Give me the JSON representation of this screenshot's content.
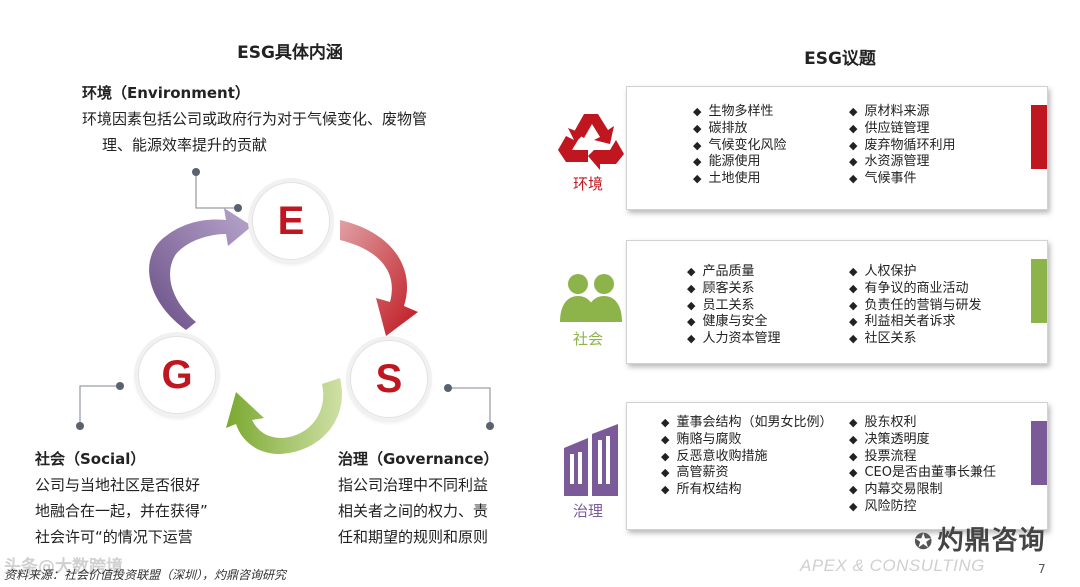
{
  "left": {
    "title": "ESG具体内涵",
    "environment": {
      "heading": "环境（Environment）",
      "line1": "环境因素包括公司或政府行为对于气候变化、废物管",
      "line2": "理、能源效率提升的贡献"
    },
    "social": {
      "heading": "社会（Social）",
      "line1": "公司与当地社区是否很好",
      "line2": "地融合在一起，并在获得”",
      "line3": "社会许可“的情况下运营"
    },
    "governance": {
      "heading": "治理（Governance）",
      "line1": "指公司治理中不同利益",
      "line2": "相关者之间的权力、责",
      "line3": "任和期望的规则和原则"
    },
    "letters": {
      "e": "E",
      "s": "S",
      "g": "G"
    },
    "source": "资料来源：社会价值投资联盟（深圳），灼鼎咨询研究",
    "watermark": "头条@大数跨境"
  },
  "right": {
    "title": "ESG议题",
    "panels": [
      {
        "category": "环境",
        "color": "#c0161f",
        "icon": "recycle-icon",
        "col1": [
          "生物多样性",
          "碳排放",
          "气候变化风险",
          "能源使用",
          "土地使用"
        ],
        "col2": [
          "原材料来源",
          "供应链管理",
          "废弃物循环利用",
          "水资源管理",
          "气候事件"
        ]
      },
      {
        "category": "社会",
        "color": "#8db44a",
        "icon": "people-icon",
        "col1": [
          "产品质量",
          "顾客关系",
          "员工关系",
          "健康与安全",
          "人力资本管理"
        ],
        "col2": [
          "人权保护",
          "有争议的商业活动",
          "负责任的营销与研发",
          "利益相关者诉求",
          "社区关系"
        ]
      },
      {
        "category": "治理",
        "color": "#7b5a9a",
        "icon": "building-icon",
        "col1": [
          "董事会结构（如男女比例）",
          "贿赂与腐败",
          "反恶意收购措施",
          "高管薪资",
          "所有权结构"
        ],
        "col2": [
          "股东权利",
          "决策透明度",
          "投票流程",
          "CEO是否由董事长兼任",
          "内幕交易限制",
          "风险防控"
        ]
      }
    ]
  },
  "footer": {
    "brand_text": "APEX & CONSULTING",
    "page_number": "7",
    "watermark_brand": "灼鼎咨询"
  }
}
